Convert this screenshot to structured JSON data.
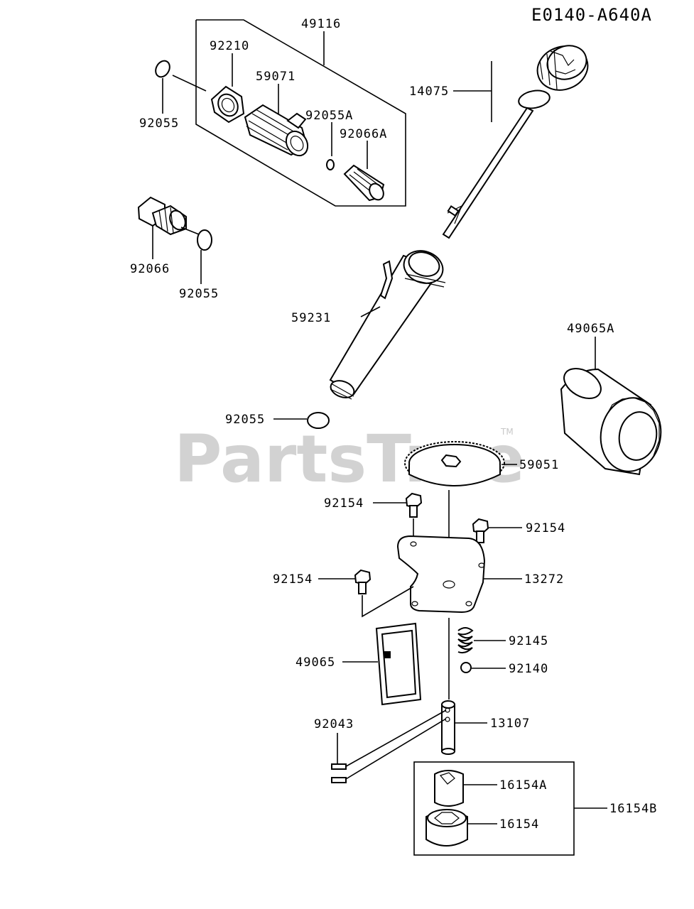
{
  "diagram_code": "E0140-A640A",
  "watermark": "PartsTree",
  "watermark_tm": "TM",
  "labels": {
    "p49116": "49116",
    "p92210": "92210",
    "p59071": "59071",
    "p92055A": "92055A",
    "p92066A": "92066A",
    "p92055_a": "92055",
    "p92066": "92066",
    "p92055_b": "92055",
    "p14075": "14075",
    "p59231": "59231",
    "p49065A": "49065A",
    "p92055_c": "92055",
    "p59051": "59051",
    "p92154_a": "92154",
    "p92154_b": "92154",
    "p92154_c": "92154",
    "p13272": "13272",
    "p92145": "92145",
    "p49065": "49065",
    "p92140": "92140",
    "p92043": "92043",
    "p13107": "13107",
    "p16154A": "16154A",
    "p16154": "16154",
    "p16154B": "16154B"
  }
}
